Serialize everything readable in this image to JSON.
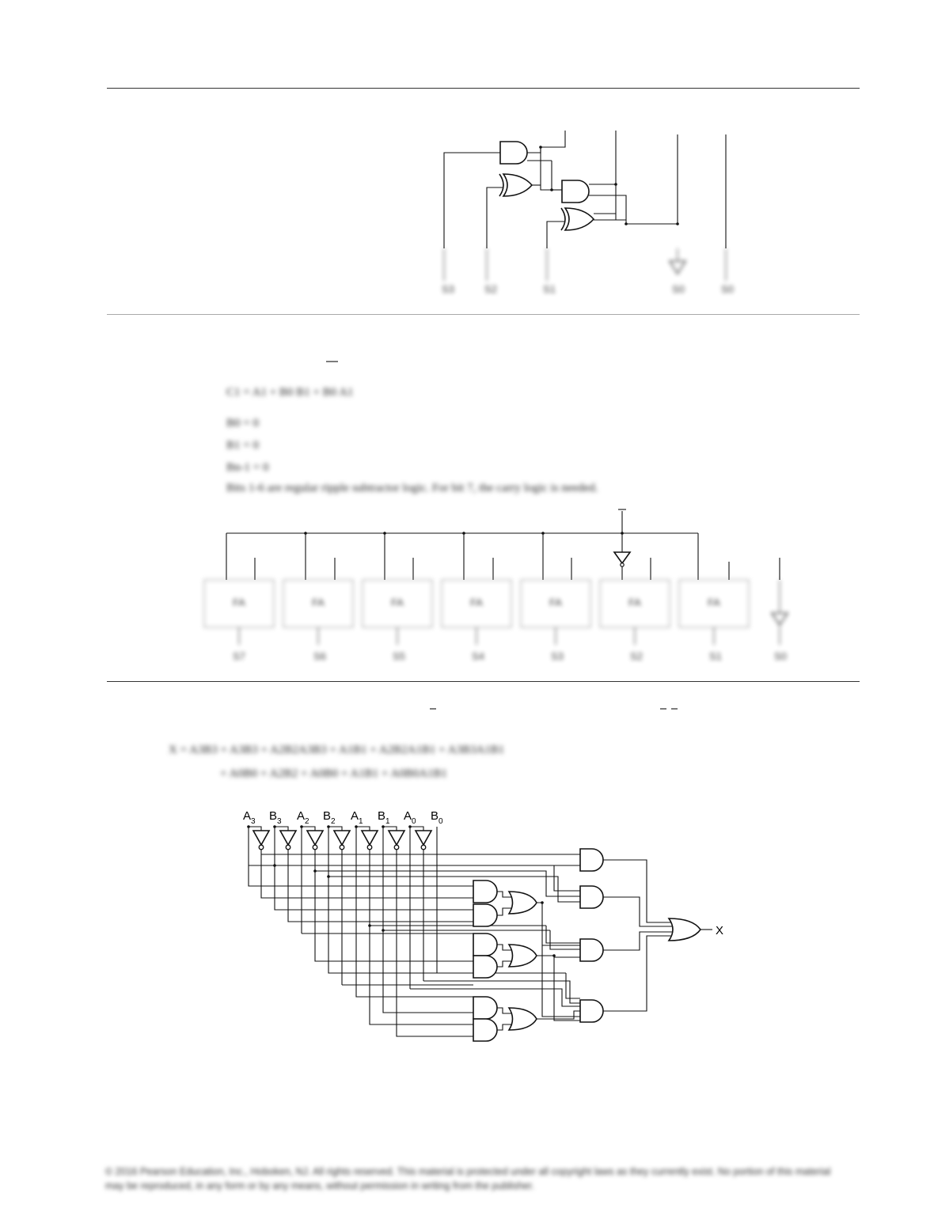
{
  "figure_top": {
    "input_labels": [
      "S3",
      "S2",
      "S1",
      "S0",
      "S0"
    ]
  },
  "section_middle": {
    "equation": "C1 = A1 + B0 B1 + B0 A1",
    "lines": [
      "B0 = 0",
      "B1 = 0",
      "Bn-1 = 0"
    ],
    "note": "Bits 1-6 are regular ripple subtractor logic. For bit 7, the carry logic is needed.",
    "cell_label": "FA",
    "output_labels": [
      "S7",
      "S6",
      "S5",
      "S4",
      "S3",
      "S2",
      "S1",
      "S0"
    ]
  },
  "section_bottom": {
    "equation_line1": "X = A3B3 + A3B3 + A2B2A3B3 + A1B1 + A2B2A1B1 + A3B3A1B1",
    "equation_line2": "+ A0B0 + A2B2 + A0B0 + A1B1 + A0B0A1B1",
    "comparator_inputs": [
      {
        "name": "A",
        "sub": "3"
      },
      {
        "name": "B",
        "sub": "3"
      },
      {
        "name": "A",
        "sub": "2"
      },
      {
        "name": "B",
        "sub": "2"
      },
      {
        "name": "A",
        "sub": "1"
      },
      {
        "name": "B",
        "sub": "1"
      },
      {
        "name": "A",
        "sub": "0"
      },
      {
        "name": "B",
        "sub": "0"
      }
    ],
    "output_label": "X"
  },
  "footer": {
    "copyright": "© 2016 Pearson Education, Inc., Hoboken, NJ. All rights reserved. This material is protected under all copyright laws as they currently exist. No portion of this material may be reproduced, in any form or by any means, without permission in writing from the publisher."
  }
}
